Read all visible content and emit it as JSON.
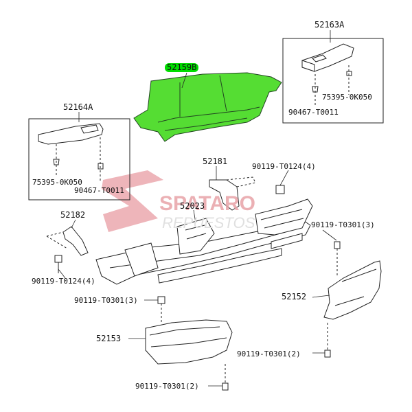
{
  "watermark": {
    "brand": "SPATARO",
    "sub": "REPUESTOS",
    "color": "#e8a3a8"
  },
  "highlight_color": "#55dd33",
  "labels": {
    "p52163A": "52163A",
    "p52159B": "52159B",
    "p75395_top": "75395-0K050",
    "p90467_top": "90467-T0011",
    "p52164A": "52164A",
    "p75395_left": "75395-0K050",
    "p90467_left": "90467-T0011",
    "p52181": "52181",
    "p90119_T0124_a": "90119-T0124(4)",
    "p52023": "52023",
    "p52182": "52182",
    "p90119_T0301_right": "90119-T0301(3)",
    "p90119_T0124_b": "90119-T0124(4)",
    "p90119_T0301_mid": "90119-T0301(3)",
    "p52152": "52152",
    "p52153": "52153",
    "p90119_T0301_br": "90119-T0301(2)",
    "p90119_T0301_bot": "90119-T0301(2)"
  }
}
